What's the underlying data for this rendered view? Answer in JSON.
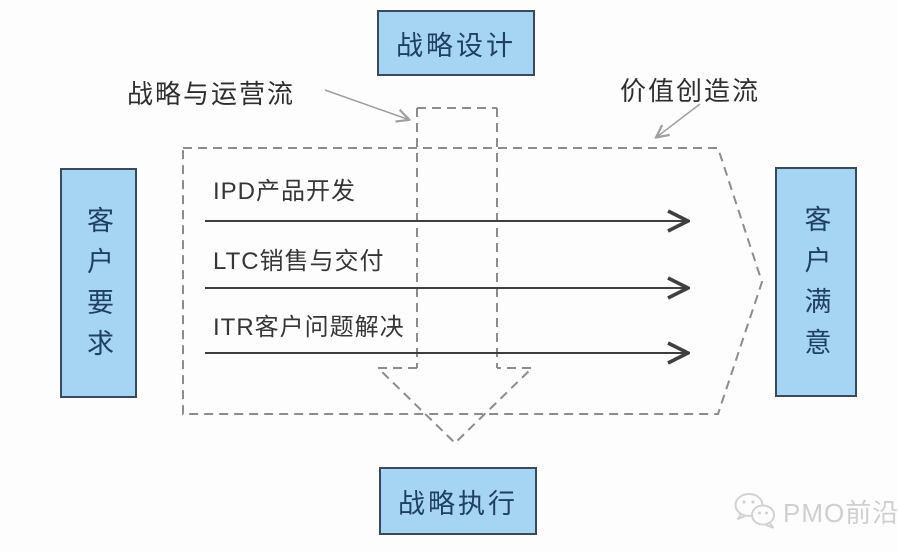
{
  "diagram": {
    "title_note": "strategy-to-execution value flow diagram",
    "colors": {
      "background": "#fdfdfd",
      "box_fill": "#a6d4f3",
      "box_border": "#3a4a5c",
      "box_text": "#1f3f63",
      "dashed_line": "#8c8c8c",
      "solid_arrow": "#3f3f3f",
      "annotation_arrow": "#9f9f9f",
      "annotation_text": "#2e2e2e",
      "watermark": "#cfcfcf"
    },
    "top_box": {
      "label": "战略设计"
    },
    "bottom_box": {
      "label": "战略执行"
    },
    "left_box": {
      "label": "客户要求"
    },
    "right_box": {
      "label": "客户满意"
    },
    "annotations": {
      "left": "战略与运营流",
      "right": "价值创造流"
    },
    "flows": [
      {
        "label": "IPD产品开发"
      },
      {
        "label": "LTC销售与交付"
      },
      {
        "label": "ITR客户问题解决"
      }
    ],
    "watermark": {
      "icon": "wechat-icon",
      "text": "PMO前沿"
    }
  }
}
